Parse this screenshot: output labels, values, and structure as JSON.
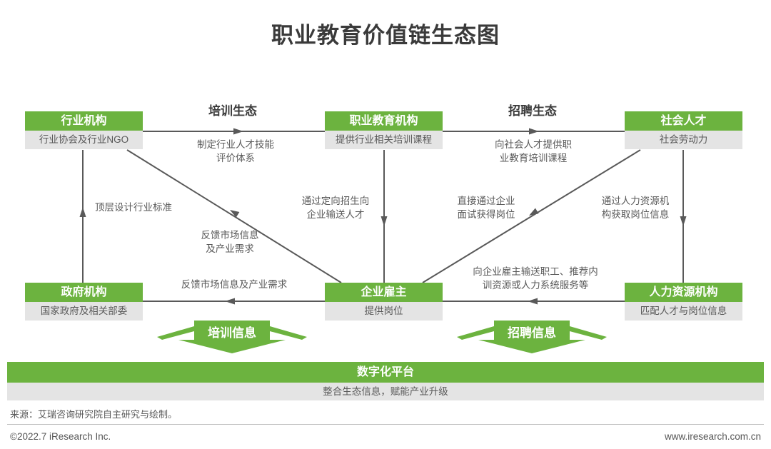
{
  "title": "职业教育价值链生态图",
  "colors": {
    "accent_green": "#6cb33f",
    "box_gray": "#e4e4e4",
    "line_gray": "#595959"
  },
  "section_labels": {
    "training": "培训生态",
    "recruiting": "招聘生态"
  },
  "nodes": {
    "industry": {
      "title": "行业机构",
      "subtitle": "行业协会及行业NGO"
    },
    "vocational": {
      "title": "职业教育机构",
      "subtitle": "提供行业相关培训课程"
    },
    "talent": {
      "title": "社会人才",
      "subtitle": "社会劳动力"
    },
    "government": {
      "title": "政府机构",
      "subtitle": "国家政府及相关部委"
    },
    "employer": {
      "title": "企业雇主",
      "subtitle": "提供岗位"
    },
    "hr": {
      "title": "人力资源机构",
      "subtitle": "匹配人才与岗位信息"
    }
  },
  "edge_labels": {
    "industry_to_vocational": "制定行业人才技能\n评价体系",
    "vocational_to_talent": "向社会人才提供职\n业教育培训课程",
    "government_to_industry": "顶层设计行业标准",
    "employer_to_industry": "反馈市场信息\n及产业需求",
    "vocational_to_employer": "通过定向招生向\n企业输送人才",
    "talent_to_employer": "直接通过企业\n面试获得岗位",
    "talent_to_hr": "通过人力资源机\n构获取岗位信息",
    "employer_to_government": "反馈市场信息及产业需求",
    "hr_to_employer": "向企业雇主输送职工、推荐内\n训资源或人力系统服务等"
  },
  "banners": {
    "training": "培训信息",
    "recruiting": "招聘信息"
  },
  "platform": {
    "title": "数字化平台",
    "subtitle": "整合生态信息，赋能产业升级"
  },
  "footer": {
    "source": "来源：艾瑞咨询研究院自主研究与绘制。",
    "copyright": "©2022.7 iResearch Inc.",
    "website": "www.iresearch.com.cn"
  }
}
